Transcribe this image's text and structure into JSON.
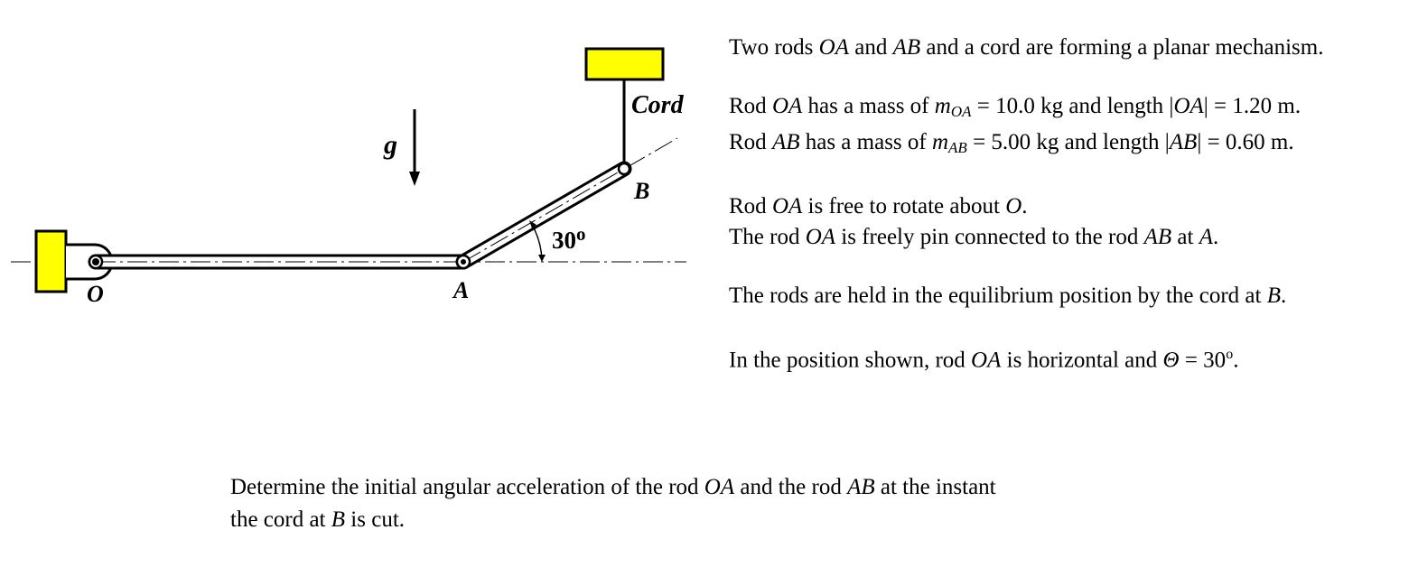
{
  "diagram": {
    "labels": {
      "cord": "Cord",
      "g": "g",
      "B": "B",
      "angle": "30",
      "angle_sup": "o",
      "O": "O",
      "A": "A"
    },
    "colors": {
      "support": "#ffff00",
      "stroke": "#000000"
    }
  },
  "problem": {
    "line1": {
      "a": "Two rods ",
      "b": "OA",
      "c": " and ",
      "d": "AB",
      "e": " and a cord are forming a planar mechanism."
    },
    "line2": {
      "a": "Rod ",
      "b": "OA",
      "c": " has a mass of ",
      "d": "m",
      "e": "OA",
      "f": " = 10.0 kg and length |",
      "g": "OA",
      "h": "| = 1.20 m."
    },
    "line3": {
      "a": "Rod ",
      "b": "AB",
      "c": " has a mass of ",
      "d": "m",
      "e": "AB",
      "f": " = 5.00 kg and length |",
      "g": "AB",
      "h": "| = 0.60 m."
    },
    "line4": {
      "a": "Rod ",
      "b": "OA",
      "c": " is free to rotate about ",
      "d": "O",
      "e": "."
    },
    "line5": {
      "a": "The rod ",
      "b": "OA",
      "c": " is freely pin connected to the rod ",
      "d": "AB",
      "e": " at ",
      "f": "A",
      "g": "."
    },
    "line6": {
      "a": "The rods are held in the equilibrium position by the cord at ",
      "b": "B",
      "c": "."
    },
    "line7": {
      "a": "In the position shown, rod ",
      "b": "OA",
      "c": " is horizontal and ",
      "d": "Θ",
      "e": " = 30",
      "f": "o",
      "g": "."
    }
  },
  "question": {
    "line1": {
      "a": "Determine the initial angular acceleration of the rod ",
      "b": "OA",
      "c": " and the rod ",
      "d": "AB",
      "e": " at the instant"
    },
    "line2": {
      "a": "the cord at ",
      "b": "B",
      "c": " is cut."
    }
  }
}
